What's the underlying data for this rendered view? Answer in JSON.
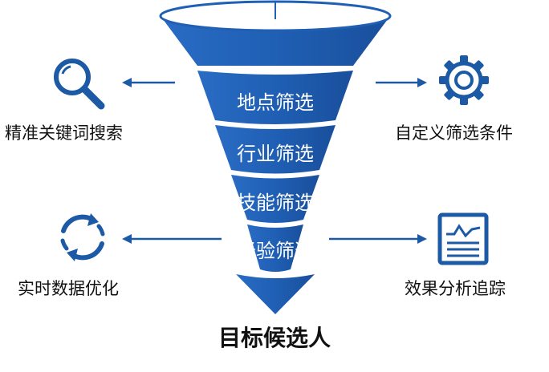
{
  "funnel": {
    "stages": [
      {
        "label": "地点筛选"
      },
      {
        "label": "行业筛选"
      },
      {
        "label": "技能筛选"
      },
      {
        "label": "经验筛选"
      }
    ],
    "output_label": "目标候选人"
  },
  "left_features": [
    {
      "label": "精准关键词搜索",
      "icon": "search-icon"
    },
    {
      "label": "实时数据优化",
      "icon": "refresh-icon"
    }
  ],
  "right_features": [
    {
      "label": "自定义筛选条件",
      "icon": "gear-icon"
    },
    {
      "label": "效果分析追踪",
      "icon": "chart-icon"
    }
  ],
  "colors": {
    "funnel_blue": "#1f5fb4",
    "funnel_dark": "#174a91",
    "icon_blue": "#1c5aa6",
    "text": "#111111"
  }
}
